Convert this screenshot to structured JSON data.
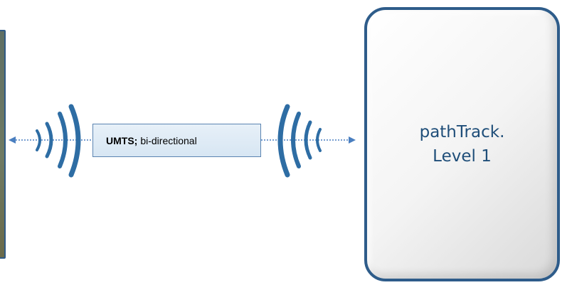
{
  "link_label": {
    "bold_text": "UMTS;",
    "text": "bi-directional"
  },
  "pathtrack_box": {
    "line1": "pathTrack.",
    "line2": "Level 1"
  },
  "colors": {
    "wave": "#2e6da4",
    "arrow": "#4a7fc0",
    "box_border": "#2e5c8a",
    "box_text": "#1f4e79",
    "label_fill": "#dde9f5",
    "label_border": "#5b84b1"
  },
  "icons": {
    "left_wave": "signal-waves-right-icon",
    "right_wave": "signal-waves-left-icon"
  }
}
